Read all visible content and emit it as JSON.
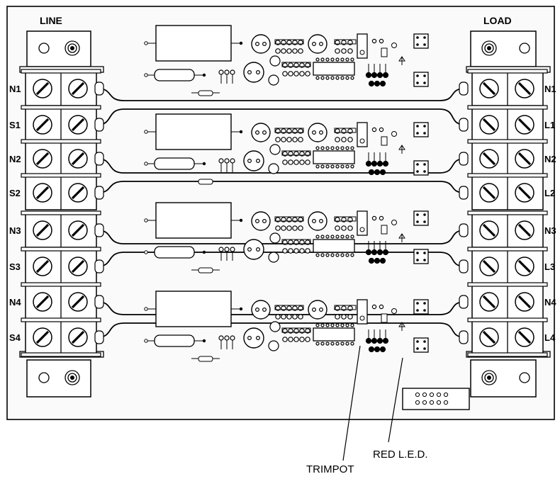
{
  "header": {
    "line_title": "LINE",
    "load_title": "LOAD"
  },
  "left_terminals": [
    "N1",
    "S1",
    "N2",
    "S2",
    "N3",
    "S3",
    "N4",
    "S4"
  ],
  "right_terminals": [
    "N1",
    "L1",
    "N2",
    "L2",
    "N3",
    "L3",
    "N4",
    "L4"
  ],
  "callouts": {
    "trimpot": "TRIMPOT",
    "red_led": "RED L.E.D."
  },
  "colors": {
    "ink": "#000000",
    "paper": "#ffffff",
    "panel": "#fafafa"
  }
}
